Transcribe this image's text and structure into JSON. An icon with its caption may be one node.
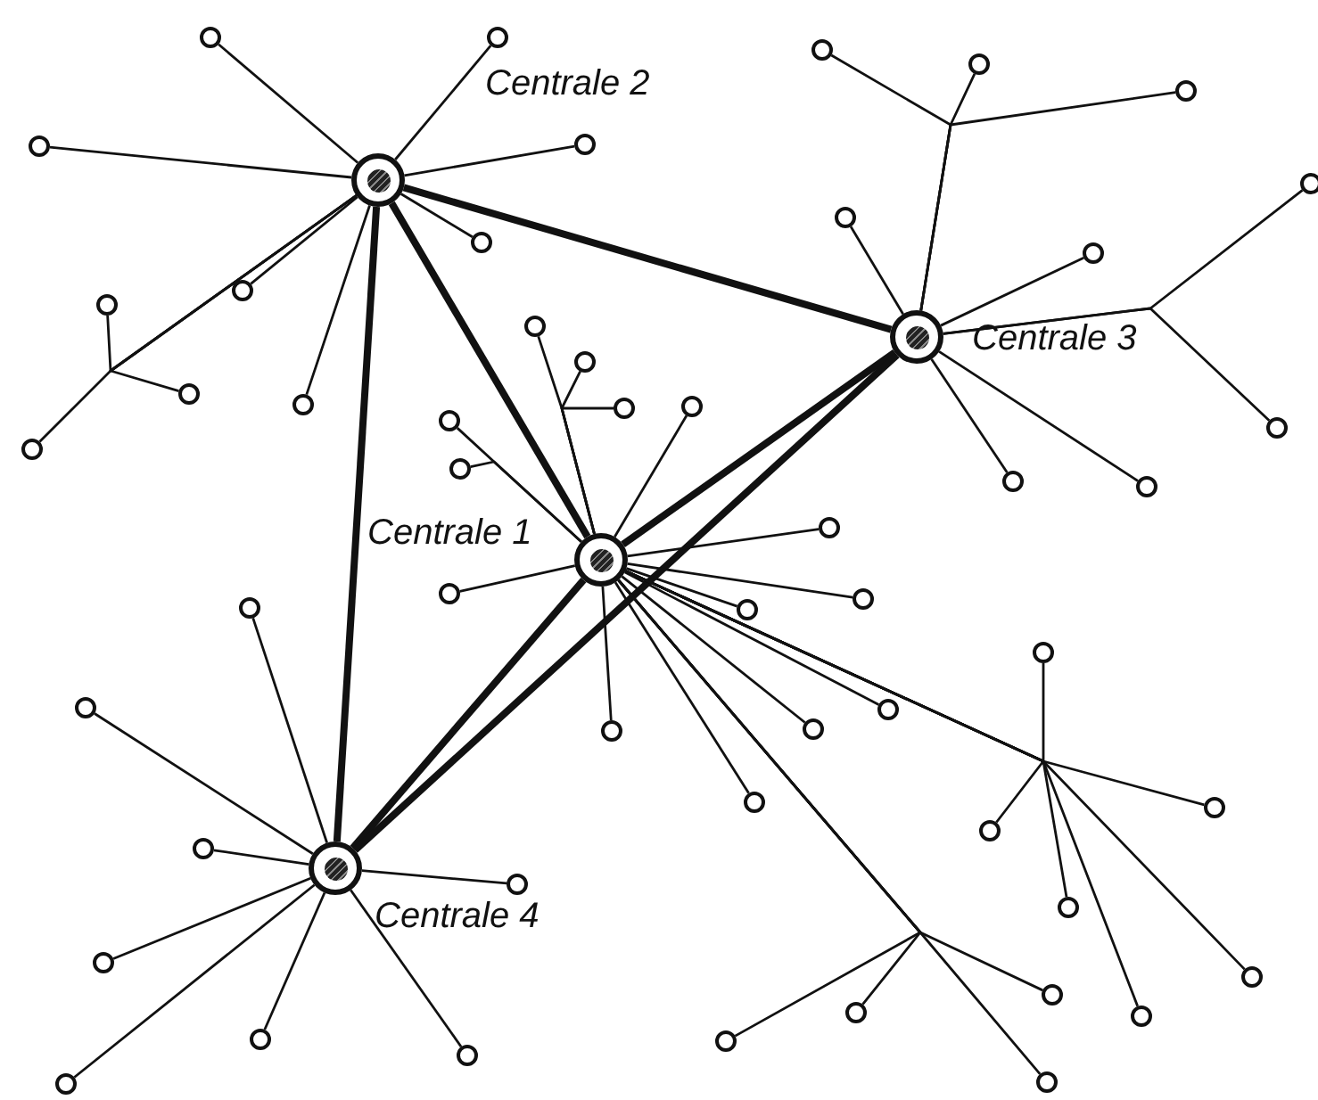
{
  "diagram": {
    "nodes": [
      {
        "text": [
          "Centrale 2"
        ]
      },
      {
        "text": [
          "Centrale 3"
        ]
      },
      {
        "text": [
          "Centrale 1"
        ]
      },
      {
        "text": [
          "Centrale 4"
        ]
      },
      {
        "text": [],
        "shape": "circle"
      },
      {
        "text": [],
        "shape": "circle"
      },
      {
        "text": [],
        "shape": "circle"
      },
      {
        "text": [],
        "shape": "circle"
      },
      {
        "text": [],
        "shape": "circle"
      },
      {
        "text": [],
        "shape": "circle"
      },
      {
        "text": [],
        "shape": "circle"
      },
      {
        "text": [],
        "shape": "circle"
      },
      {
        "text": [],
        "shape": "circle"
      },
      {
        "text": [],
        "shape": "circle"
      },
      {
        "text": [],
        "shape": "circle"
      },
      {
        "text": [],
        "shape": "circle"
      },
      {
        "text": [],
        "shape": "circle"
      },
      {
        "text": [],
        "shape": "circle"
      },
      {
        "text": [],
        "shape": "circle"
      },
      {
        "text": [],
        "shape": "circle"
      },
      {
        "text": [],
        "shape": "circle"
      },
      {
        "text": [],
        "shape": "circle"
      },
      {
        "text": [],
        "shape": "circle"
      },
      {
        "text": [],
        "shape": "circle"
      },
      {
        "text": [],
        "shape": "circle"
      },
      {
        "text": [],
        "shape": "circle"
      },
      {
        "text": [],
        "shape": "circle"
      },
      {
        "text": [],
        "shape": "circle"
      },
      {
        "text": [],
        "shape": "circle"
      },
      {
        "text": [],
        "shape": "circle"
      },
      {
        "text": [],
        "shape": "circle"
      },
      {
        "text": [],
        "shape": "circle"
      },
      {
        "text": [],
        "shape": "circle"
      },
      {
        "text": [],
        "shape": "circle"
      },
      {
        "text": [],
        "shape": "circle"
      },
      {
        "text": [],
        "shape": "circle"
      },
      {
        "text": [],
        "shape": "circle"
      },
      {
        "text": [],
        "shape": "circle"
      },
      {
        "text": [],
        "shape": "circle"
      },
      {
        "text": [],
        "shape": "circle"
      },
      {
        "text": [],
        "shape": "circle"
      },
      {
        "text": [],
        "shape": "circle"
      },
      {
        "text": [],
        "shape": "circle"
      },
      {
        "text": [],
        "shape": "circle"
      },
      {
        "text": [],
        "shape": "circle"
      },
      {
        "text": [],
        "shape": "circle"
      },
      {
        "text": [],
        "shape": "circle"
      },
      {
        "text": [],
        "shape": "circle"
      },
      {
        "text": [],
        "shape": "circle"
      },
      {
        "text": [],
        "shape": "circle"
      },
      {
        "text": [],
        "shape": "circle"
      },
      {
        "text": [],
        "shape": "circle"
      },
      {
        "text": [],
        "shape": "circle"
      },
      {
        "text": [],
        "shape": "circle"
      },
      {
        "text": [],
        "shape": "circle"
      }
    ],
    "edges": [
      {
        "from": 0,
        "to": 1,
        "arrow": "none",
        "style": "thick"
      },
      {
        "from": 0,
        "to": 2,
        "arrow": "none",
        "style": "thick"
      },
      {
        "from": 0,
        "to": 3,
        "arrow": "none",
        "style": "thick"
      },
      {
        "from": 1,
        "to": 2,
        "arrow": "none",
        "style": "thick"
      },
      {
        "from": 2,
        "to": 3,
        "arrow": "none",
        "style": "thick"
      },
      {
        "from": 3,
        "to": 1,
        "arrow": "none",
        "style": "thick"
      },
      {
        "from": 0,
        "to": 4,
        "arrow": "none"
      },
      {
        "from": 0,
        "to": 5,
        "arrow": "none"
      },
      {
        "from": 0,
        "to": 6,
        "arrow": "none"
      },
      {
        "from": 0,
        "to": 7,
        "arrow": "none"
      },
      {
        "from": 0,
        "to": 8,
        "arrow": "none"
      },
      {
        "from": 0,
        "to": 9,
        "arrow": "none"
      },
      {
        "from": 0,
        "to": 10,
        "arrow": "none"
      },
      {
        "from": 0,
        "to": 11,
        "arrow": "none"
      },
      {
        "from": 0,
        "to": 12,
        "arrow": "none"
      },
      {
        "from": 0,
        "to": 13,
        "arrow": "none"
      },
      {
        "from": 1,
        "to": 14,
        "arrow": "none"
      },
      {
        "from": 1,
        "to": 15,
        "arrow": "none"
      },
      {
        "from": 1,
        "to": 16,
        "arrow": "none"
      },
      {
        "from": 1,
        "to": 17,
        "arrow": "none"
      },
      {
        "from": 1,
        "to": 18,
        "arrow": "none"
      },
      {
        "from": 1,
        "to": 19,
        "arrow": "none"
      },
      {
        "from": 1,
        "to": 20,
        "arrow": "none"
      },
      {
        "from": 1,
        "to": 21,
        "arrow": "none"
      },
      {
        "from": 1,
        "to": 22,
        "arrow": "none"
      },
      {
        "from": 2,
        "to": 23,
        "arrow": "none"
      },
      {
        "from": 2,
        "to": 24,
        "arrow": "none"
      },
      {
        "from": 2,
        "to": 25,
        "arrow": "none"
      },
      {
        "from": 2,
        "to": 26,
        "arrow": "none"
      },
      {
        "from": 2,
        "to": 27,
        "arrow": "none"
      },
      {
        "from": 2,
        "to": 28,
        "arrow": "none"
      },
      {
        "from": 2,
        "to": 29,
        "arrow": "none"
      },
      {
        "from": 2,
        "to": 30,
        "arrow": "none"
      },
      {
        "from": 2,
        "to": 31,
        "arrow": "none"
      },
      {
        "from": 2,
        "to": 32,
        "arrow": "none"
      },
      {
        "from": 2,
        "to": 33,
        "arrow": "none"
      },
      {
        "from": 2,
        "to": 34,
        "arrow": "none"
      },
      {
        "from": 2,
        "to": 35,
        "arrow": "none"
      },
      {
        "from": 2,
        "to": 36,
        "arrow": "none"
      },
      {
        "from": 2,
        "to": 37,
        "arrow": "none"
      },
      {
        "from": 2,
        "to": 38,
        "arrow": "none"
      },
      {
        "from": 2,
        "to": 39,
        "arrow": "none"
      },
      {
        "from": 2,
        "to": 40,
        "arrow": "none"
      },
      {
        "from": 2,
        "to": 41,
        "arrow": "none"
      },
      {
        "from": 2,
        "to": 42,
        "arrow": "none"
      },
      {
        "from": 2,
        "to": 43,
        "arrow": "none"
      },
      {
        "from": 2,
        "to": 44,
        "arrow": "none"
      },
      {
        "from": 2,
        "to": 45,
        "arrow": "none"
      },
      {
        "from": 2,
        "to": 46,
        "arrow": "none"
      },
      {
        "from": 3,
        "to": 47,
        "arrow": "none"
      },
      {
        "from": 3,
        "to": 48,
        "arrow": "none"
      },
      {
        "from": 3,
        "to": 49,
        "arrow": "none"
      },
      {
        "from": 3,
        "to": 50,
        "arrow": "none"
      },
      {
        "from": 3,
        "to": 51,
        "arrow": "none"
      },
      {
        "from": 3,
        "to": 52,
        "arrow": "none"
      },
      {
        "from": 3,
        "to": 53,
        "arrow": "none"
      },
      {
        "from": 3,
        "to": 54,
        "arrow": "none"
      }
    ]
  }
}
